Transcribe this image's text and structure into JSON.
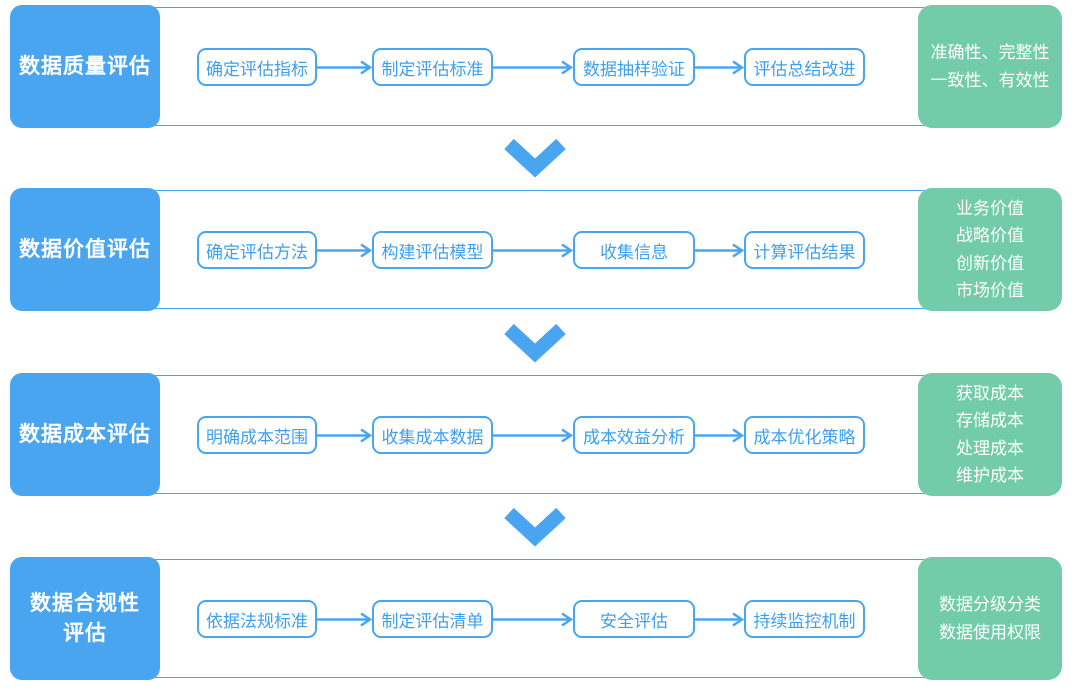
{
  "colors": {
    "blue": "#4AA5F0",
    "green": "#72CBA9",
    "step_text": "#3E9FEE",
    "background": "#FFFFFF"
  },
  "rows": [
    {
      "label": "数据质量评估",
      "steps": [
        "确定评估指标",
        "制定评估标准",
        "数据抽样验证",
        "评估总结改进"
      ],
      "outputs": [
        "准确性、完整性",
        "一致性、有效性"
      ]
    },
    {
      "label": "数据价值评估",
      "steps": [
        "确定评估方法",
        "构建评估模型",
        "收集信息",
        "计算评估结果"
      ],
      "outputs": [
        "业务价值",
        "战略价值",
        "创新价值",
        "市场价值"
      ]
    },
    {
      "label": "数据成本评估",
      "steps": [
        "明确成本范围",
        "收集成本数据",
        "成本效益分析",
        "成本优化策略"
      ],
      "outputs": [
        "获取成本",
        "存储成本",
        "处理成本",
        "维护成本"
      ]
    },
    {
      "label": "数据合规性\n评估",
      "steps": [
        "依据法规标准",
        "制定评估清单",
        "安全评估",
        "持续监控机制"
      ],
      "outputs": [
        "数据分级分类",
        "数据使用权限"
      ]
    }
  ]
}
